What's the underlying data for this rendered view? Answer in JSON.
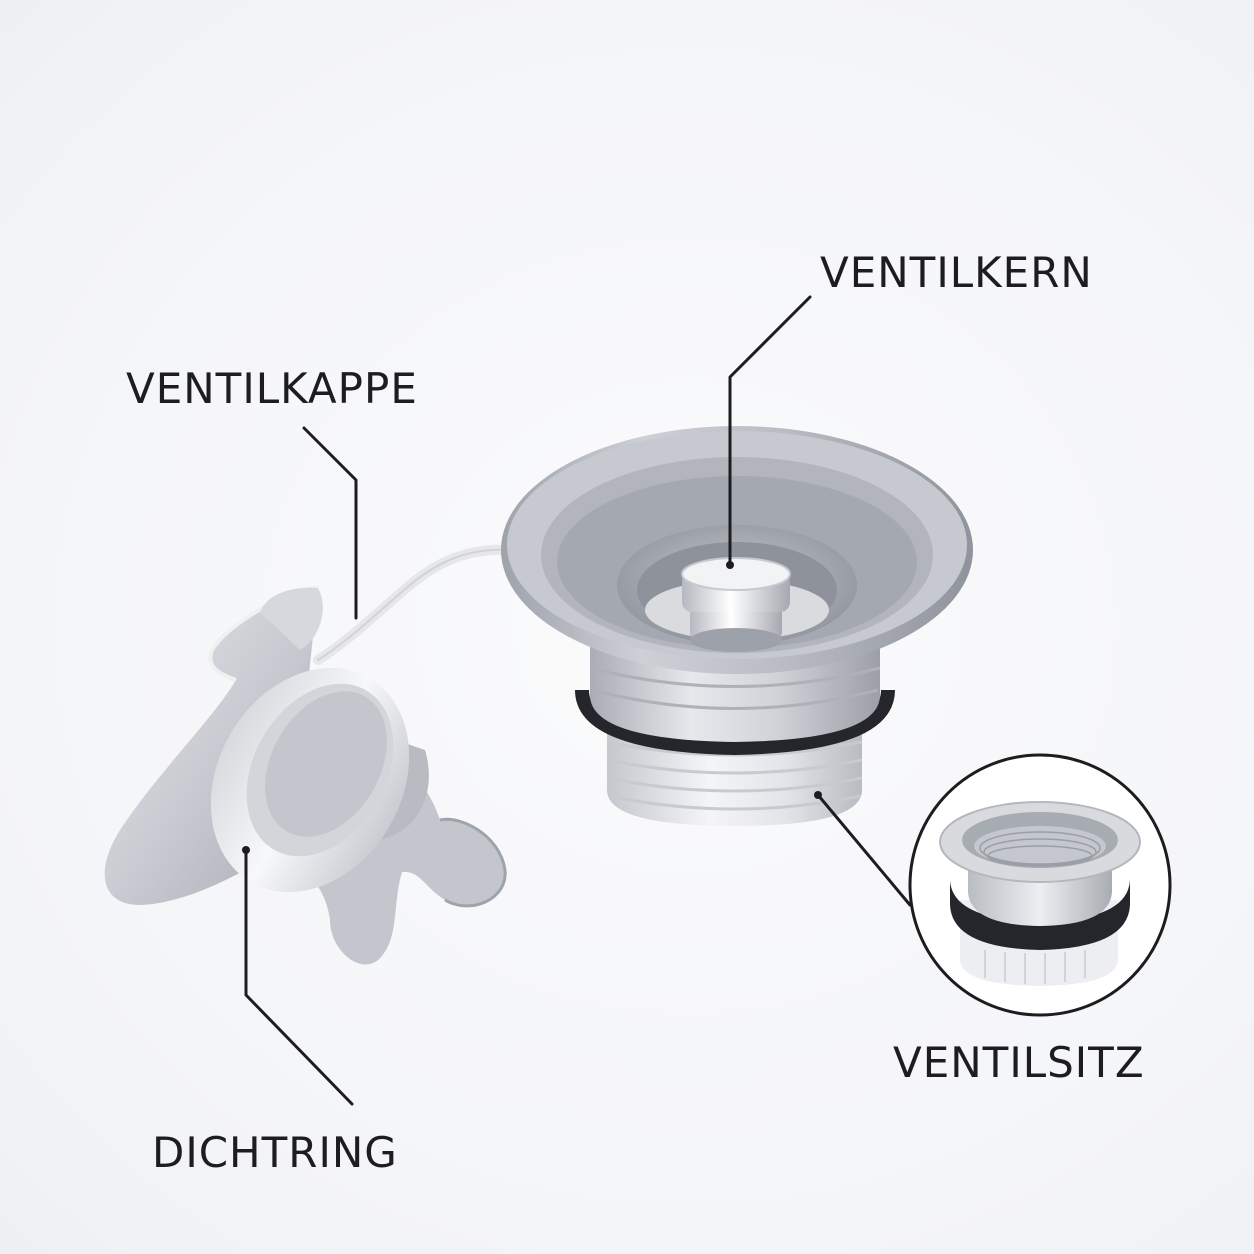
{
  "labels": {
    "ventilkern": "VENTILKERN",
    "ventilkappe": "VENTILKAPPE",
    "ventilsitz": "VENTILSITZ",
    "dichtring": "DICHTRING"
  },
  "colors": {
    "background": "#f6f7f9",
    "metal": "#b7bac2",
    "plastic": "#d9dbe0",
    "rubber_ring": "#24262b",
    "leader_line": "#1d1d1f"
  }
}
